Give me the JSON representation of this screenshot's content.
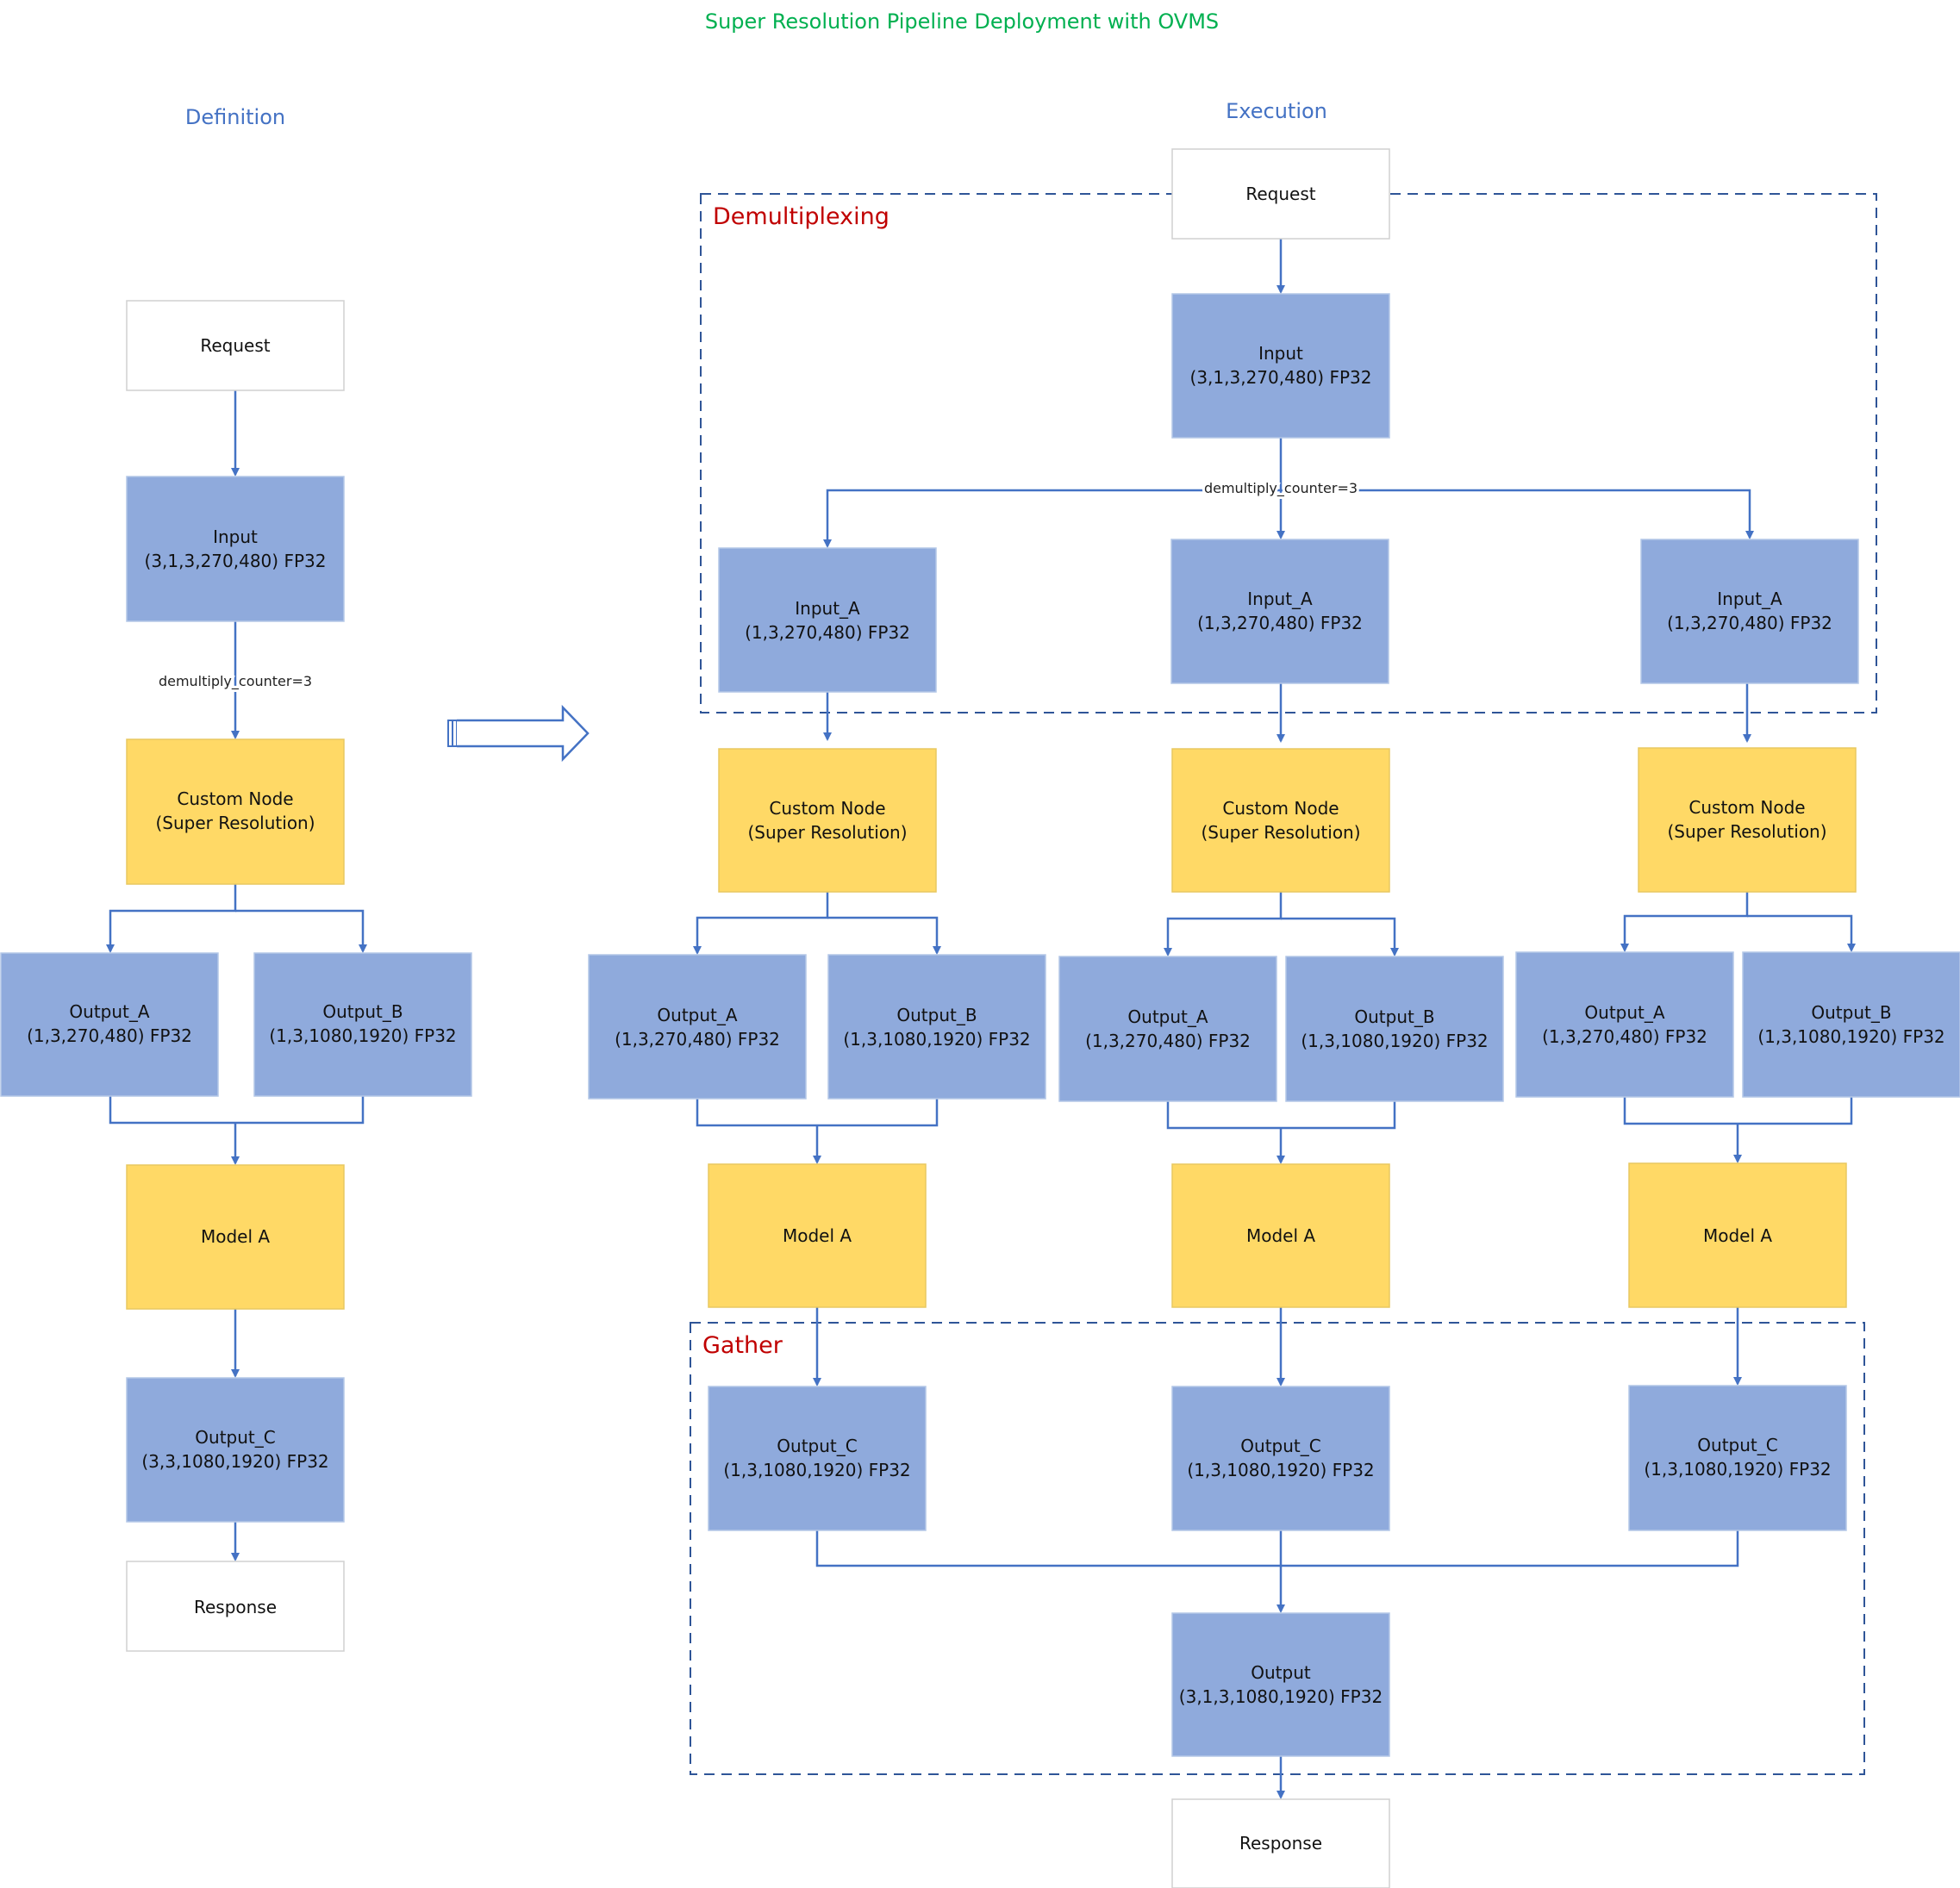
{
  "title": "Super Resolution Pipeline Deployment with OVMS",
  "colors": {
    "title": "#00b050",
    "heading": "#4472c4",
    "region_label": "#c00000",
    "blue_node": "#8faadc",
    "yellow_node": "#ffd966",
    "white_node": "#ffffff",
    "connector": "#4472c4",
    "dashed_border": "#2f5597"
  },
  "definition": {
    "heading": "Definition",
    "request": "Request",
    "input": {
      "line1": "Input",
      "line2": "(3,1,3,270,480) FP32"
    },
    "edge_label": "demultiply_counter=3",
    "custom_node": {
      "line1": "Custom Node",
      "line2": "(Super Resolution)"
    },
    "output_a": {
      "line1": "Output_A",
      "line2": "(1,3,270,480) FP32"
    },
    "output_b": {
      "line1": "Output_B",
      "line2": "(1,3,1080,1920) FP32"
    },
    "model": "Model A",
    "output_c": {
      "line1": "Output_C",
      "line2": "(3,3,1080,1920) FP32"
    },
    "response": "Response"
  },
  "execution": {
    "heading": "Execution",
    "demux_label": "Demultiplexing",
    "gather_label": "Gather",
    "request": "Request",
    "input": {
      "line1": "Input",
      "line2": "(3,1,3,270,480) FP32"
    },
    "edge_label": "demultiply_counter=3",
    "branches": [
      {
        "input_a": {
          "line1": "Input_A",
          "line2": "(1,3,270,480) FP32"
        },
        "custom_node": {
          "line1": "Custom Node",
          "line2": "(Super Resolution)"
        },
        "output_a": {
          "line1": "Output_A",
          "line2": "(1,3,270,480) FP32"
        },
        "output_b": {
          "line1": "Output_B",
          "line2": "(1,3,1080,1920) FP32"
        },
        "model": "Model A",
        "output_c": {
          "line1": "Output_C",
          "line2": "(1,3,1080,1920) FP32"
        }
      },
      {
        "input_a": {
          "line1": "Input_A",
          "line2": "(1,3,270,480) FP32"
        },
        "custom_node": {
          "line1": "Custom Node",
          "line2": "(Super Resolution)"
        },
        "output_a": {
          "line1": "Output_A",
          "line2": "(1,3,270,480) FP32"
        },
        "output_b": {
          "line1": "Output_B",
          "line2": "(1,3,1080,1920) FP32"
        },
        "model": "Model A",
        "output_c": {
          "line1": "Output_C",
          "line2": "(1,3,1080,1920) FP32"
        }
      },
      {
        "input_a": {
          "line1": "Input_A",
          "line2": "(1,3,270,480) FP32"
        },
        "custom_node": {
          "line1": "Custom Node",
          "line2": "(Super Resolution)"
        },
        "output_a": {
          "line1": "Output_A",
          "line2": "(1,3,270,480) FP32"
        },
        "output_b": {
          "line1": "Output_B",
          "line2": "(1,3,1080,1920) FP32"
        },
        "model": "Model A",
        "output_c": {
          "line1": "Output_C",
          "line2": "(1,3,1080,1920) FP32"
        }
      }
    ],
    "output": {
      "line1": "Output",
      "line2": "(3,1,3,1080,1920) FP32"
    },
    "response": "Response"
  }
}
